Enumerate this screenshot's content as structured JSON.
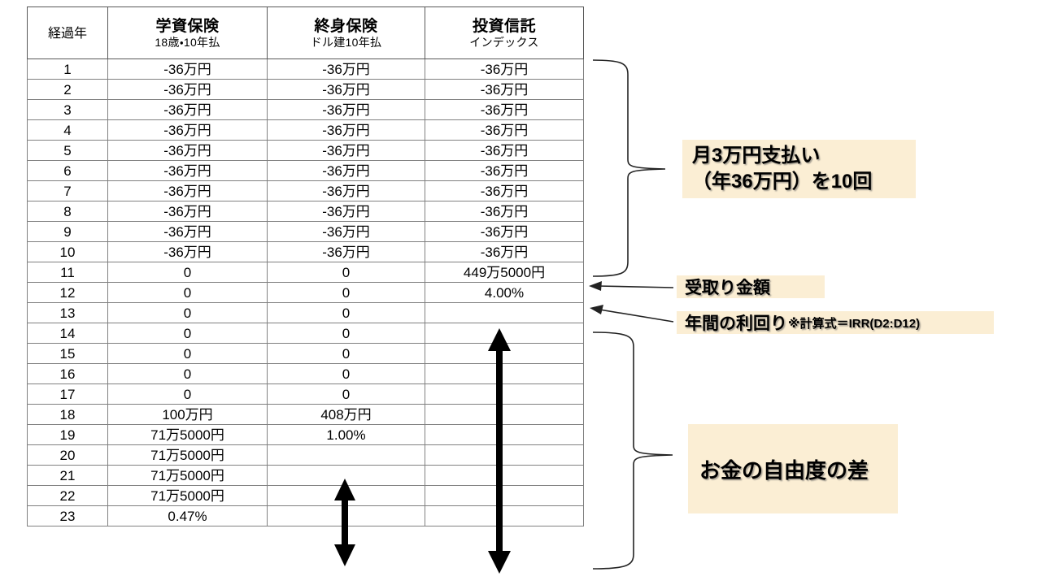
{
  "table": {
    "columns": [
      {
        "key": "year",
        "label": "経過年",
        "sub": "",
        "highlight": false
      },
      {
        "key": "gakushi",
        "label": "学資保険",
        "sub": "18歳・10年払",
        "highlight": true
      },
      {
        "key": "shushin",
        "label": "終身保険",
        "sub": "ドル建10年払",
        "highlight": true
      },
      {
        "key": "toshin",
        "label": "投資信託",
        "sub": "インデックス",
        "highlight": true
      }
    ],
    "rows": [
      {
        "year": "1",
        "year_red": false,
        "b": "-36万円",
        "b_style": "neg",
        "c": "-36万円",
        "c_style": "neg",
        "d": "-36万円",
        "d_style": "neg"
      },
      {
        "year": "2",
        "year_red": false,
        "b": "-36万円",
        "b_style": "neg",
        "c": "-36万円",
        "c_style": "neg",
        "d": "-36万円",
        "d_style": "neg"
      },
      {
        "year": "3",
        "year_red": false,
        "b": "-36万円",
        "b_style": "neg",
        "c": "-36万円",
        "c_style": "neg",
        "d": "-36万円",
        "d_style": "neg"
      },
      {
        "year": "4",
        "year_red": false,
        "b": "-36万円",
        "b_style": "neg",
        "c": "-36万円",
        "c_style": "neg",
        "d": "-36万円",
        "d_style": "neg"
      },
      {
        "year": "5",
        "year_red": false,
        "b": "-36万円",
        "b_style": "neg",
        "c": "-36万円",
        "c_style": "neg",
        "d": "-36万円",
        "d_style": "neg"
      },
      {
        "year": "6",
        "year_red": false,
        "b": "-36万円",
        "b_style": "neg",
        "c": "-36万円",
        "c_style": "neg",
        "d": "-36万円",
        "d_style": "neg"
      },
      {
        "year": "7",
        "year_red": false,
        "b": "-36万円",
        "b_style": "neg",
        "c": "-36万円",
        "c_style": "neg",
        "d": "-36万円",
        "d_style": "neg"
      },
      {
        "year": "8",
        "year_red": false,
        "b": "-36万円",
        "b_style": "neg",
        "c": "-36万円",
        "c_style": "neg",
        "d": "-36万円",
        "d_style": "neg"
      },
      {
        "year": "9",
        "year_red": false,
        "b": "-36万円",
        "b_style": "neg",
        "c": "-36万円",
        "c_style": "neg",
        "d": "-36万円",
        "d_style": "neg"
      },
      {
        "year": "10",
        "year_red": false,
        "b": "-36万円",
        "b_style": "neg",
        "c": "-36万円",
        "c_style": "neg",
        "d": "-36万円",
        "d_style": "neg"
      },
      {
        "year": "11",
        "year_red": true,
        "b": "0",
        "b_style": "zero",
        "c": "0",
        "c_style": "zero",
        "d": "449万5000円",
        "d_style": "bold"
      },
      {
        "year": "12",
        "year_red": false,
        "b": "0",
        "b_style": "zero",
        "c": "0",
        "c_style": "zero",
        "d": "4.00%",
        "d_style": "hl"
      },
      {
        "year": "13",
        "year_red": false,
        "b": "0",
        "b_style": "zero",
        "c": "0",
        "c_style": "zero",
        "d": "",
        "d_style": "none"
      },
      {
        "year": "14",
        "year_red": false,
        "b": "0",
        "b_style": "zero",
        "c": "0",
        "c_style": "zero",
        "d": "",
        "d_style": "none"
      },
      {
        "year": "15",
        "year_red": false,
        "b": "0",
        "b_style": "zero",
        "c": "0",
        "c_style": "zero",
        "d": "",
        "d_style": "none"
      },
      {
        "year": "16",
        "year_red": false,
        "b": "0",
        "b_style": "zero",
        "c": "0",
        "c_style": "zero",
        "d": "",
        "d_style": "none"
      },
      {
        "year": "17",
        "year_red": false,
        "b": "0",
        "b_style": "zero",
        "c": "0",
        "c_style": "zero",
        "d": "",
        "d_style": "none"
      },
      {
        "year": "18",
        "year_red": true,
        "b": "100万円",
        "b_style": "bold",
        "c": "408万円",
        "c_style": "bold",
        "d": "",
        "d_style": "none"
      },
      {
        "year": "19",
        "year_red": false,
        "b": "71万5000円",
        "b_style": "bold",
        "c": "1.00%",
        "c_style": "hl",
        "d": "",
        "d_style": "none"
      },
      {
        "year": "20",
        "year_red": false,
        "b": "71万5000円",
        "b_style": "bold",
        "c": "",
        "c_style": "blank",
        "d": "",
        "d_style": "none"
      },
      {
        "year": "21",
        "year_red": false,
        "b": "71万5000円",
        "b_style": "bold",
        "c": "",
        "c_style": "blank",
        "d": "",
        "d_style": "none"
      },
      {
        "year": "22",
        "year_red": false,
        "b": "71万5000円",
        "b_style": "bold",
        "c": "",
        "c_style": "blank",
        "d": "",
        "d_style": "none"
      },
      {
        "year": "23",
        "year_red": false,
        "b": "0.47%",
        "b_style": "hl",
        "c": "",
        "c_style": "blank",
        "d": "",
        "d_style": "none"
      }
    ]
  },
  "annotations": {
    "payment": {
      "line1": "月3万円支払い",
      "line2": "（年36万円）を10回"
    },
    "receive": {
      "label": "受取り金額"
    },
    "yield": {
      "label": "年間の利回り",
      "formula": "※計算式＝IRR(D2:D12)"
    },
    "freedom": {
      "label": "お金の自由度の差"
    }
  },
  "colors": {
    "highlight_cell": "#ffd666",
    "header_fill": "#fbedcf",
    "note_fill": "#fbeed4",
    "negative_text": "#ff0000",
    "year_accent": "#ff0000",
    "grid_line": "#808080"
  }
}
